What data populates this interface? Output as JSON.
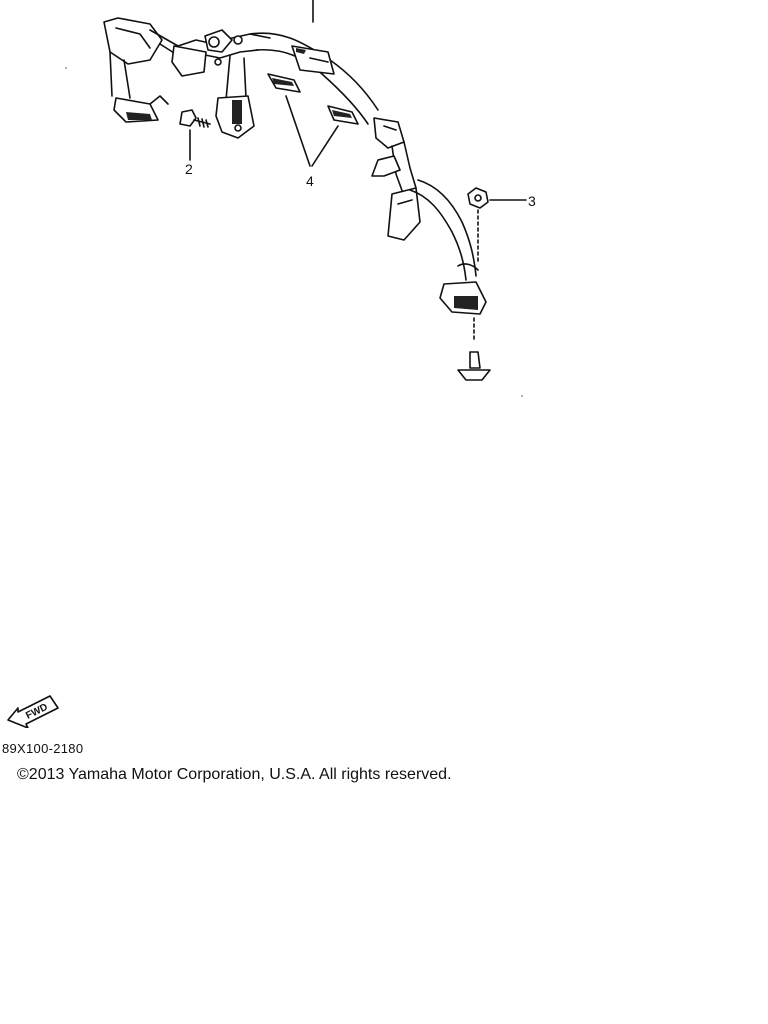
{
  "callouts": {
    "part_1": "",
    "part_2": "2",
    "part_3": "3",
    "part_4": "4"
  },
  "fwd_badge": {
    "label": "FWD"
  },
  "footer": {
    "part_code": "89X100-2180",
    "copyright": "©2013 Yamaha Motor Corporation, U.S.A. All rights reserved."
  },
  "colors": {
    "line": "#111111",
    "background": "#ffffff"
  }
}
